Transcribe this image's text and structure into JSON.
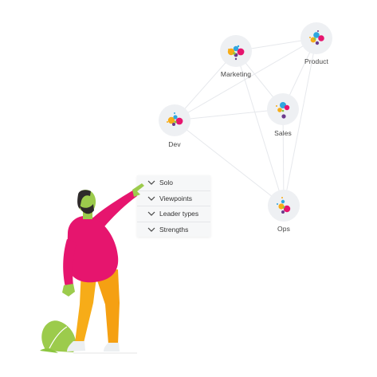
{
  "network": {
    "nodes": [
      {
        "id": "marketing",
        "label": "Marketing",
        "icon": "team-cluster-icon"
      },
      {
        "id": "product",
        "label": "Product",
        "icon": "team-cluster-icon"
      },
      {
        "id": "dev",
        "label": "Dev",
        "icon": "team-cluster-icon"
      },
      {
        "id": "sales",
        "label": "Sales",
        "icon": "team-cluster-icon"
      },
      {
        "id": "ops",
        "label": "Ops",
        "icon": "team-cluster-icon"
      }
    ]
  },
  "menu": {
    "items": [
      {
        "label": "Solo",
        "icon": "chevron-down-icon"
      },
      {
        "label": "Viewpoints",
        "icon": "chevron-down-icon"
      },
      {
        "label": "Leader types",
        "icon": "chevron-down-icon"
      },
      {
        "label": "Strengths",
        "icon": "chevron-down-icon"
      }
    ]
  },
  "colors": {
    "node_bg": "#eef0f3",
    "edge": "#e6e8ec",
    "pink": "#e6156e",
    "yellow": "#f7ac18",
    "blue": "#2fa6df",
    "purple": "#6b3a8c",
    "green": "#8cc63f",
    "skin": "#9ccb4c",
    "hair": "#2e2a2a"
  }
}
